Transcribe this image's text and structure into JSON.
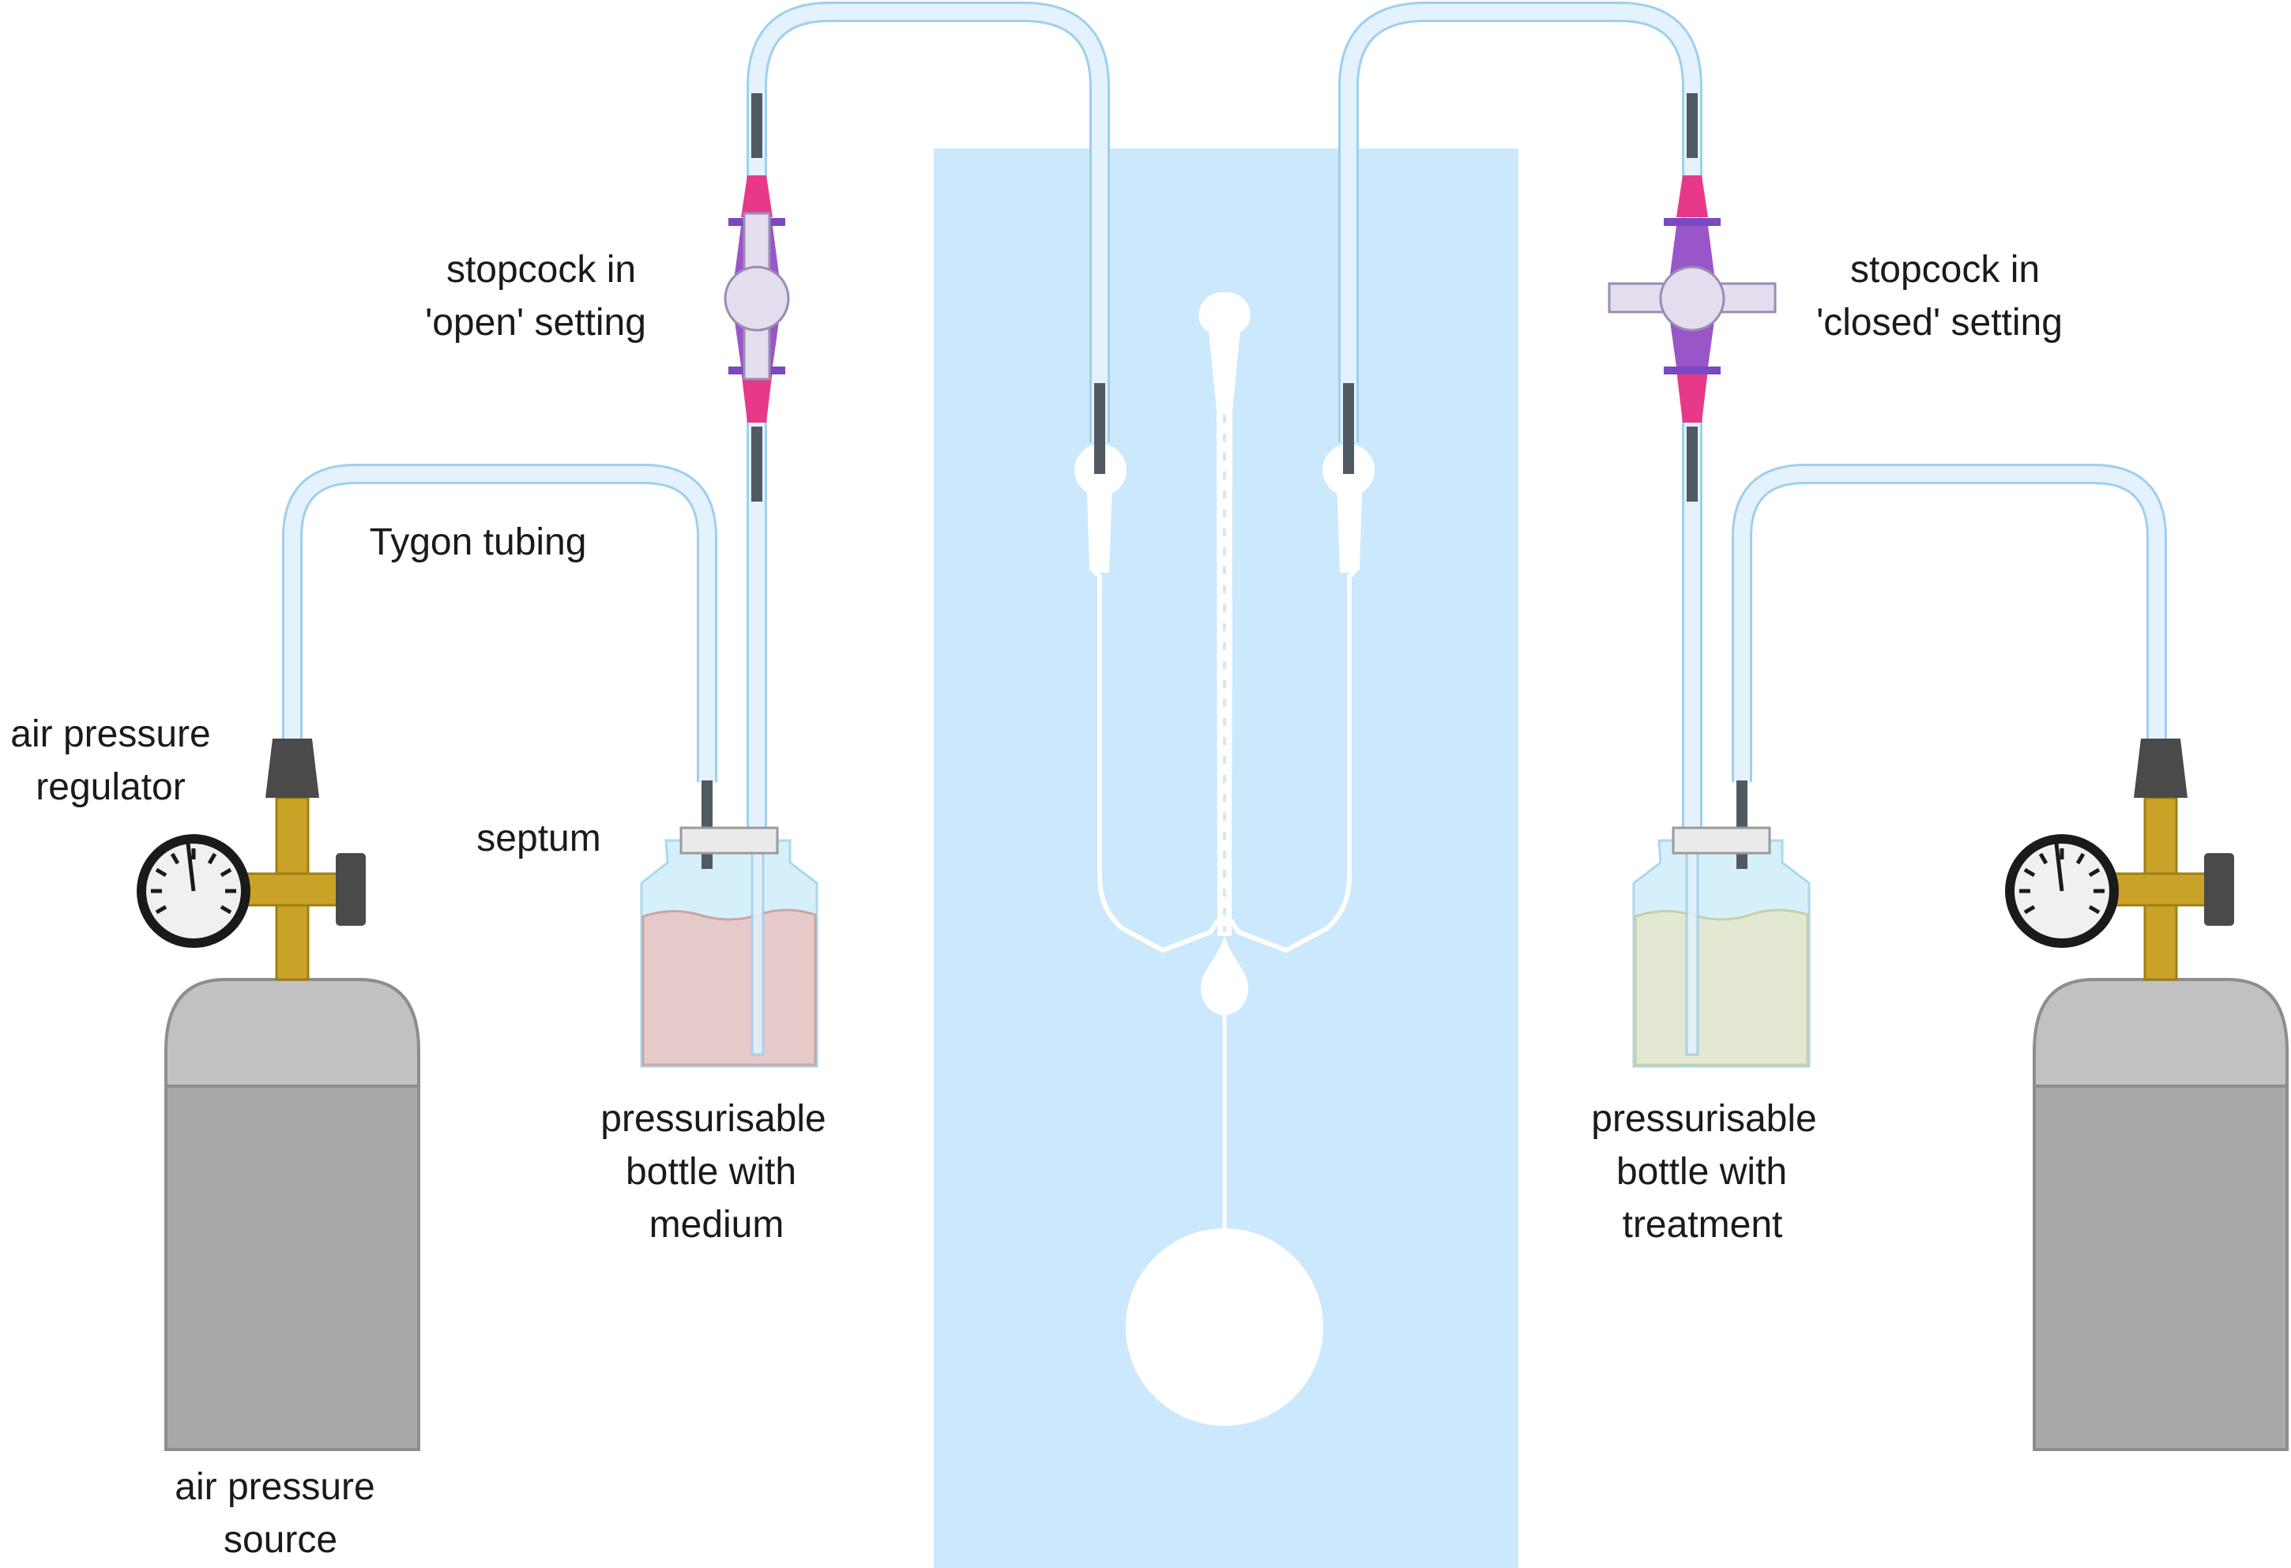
{
  "labels": {
    "stopcock_open_l1": "stopcock in",
    "stopcock_open_l2": "'open' setting",
    "stopcock_closed_l1": "stopcock in",
    "stopcock_closed_l2": "'closed' setting",
    "tygon": "Tygon tubing",
    "regulator_l1": "air pressure",
    "regulator_l2": "regulator",
    "septum": "septum",
    "bottle_medium_l1": "pressurisable",
    "bottle_medium_l2": "bottle with",
    "bottle_medium_l3": "medium",
    "bottle_treatment_l1": "pressurisable",
    "bottle_treatment_l2": "bottle with",
    "bottle_treatment_l3": "treatment",
    "source_l1": "air pressure",
    "source_l2": "source"
  },
  "colors": {
    "chip": "#cce8fc",
    "tube_fill": "#dff0fb",
    "tube_stroke": "#9fcfee",
    "medium": "#e6c9c9",
    "treatment": "#e3e8d2",
    "bottle_glass": "#d6f0fb",
    "stopcock_pink": "#e8388a",
    "stopcock_purple": "#9a55c8",
    "brass": "#c9a227",
    "cylinder_body": "#a9a9a9",
    "cylinder_top": "#c1c1c1",
    "knob": "#4a4a4a"
  },
  "states": {
    "left_stopcock": "open",
    "right_stopcock": "closed"
  }
}
